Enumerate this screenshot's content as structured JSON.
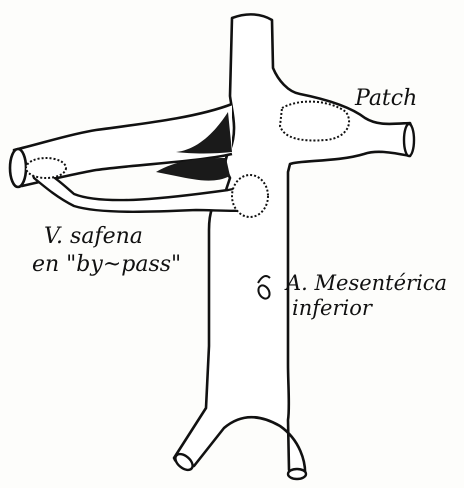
{
  "labels": {
    "patch": "Patch",
    "safena_line1": "V. safena",
    "safena_line2": "en \"by~pass\"",
    "mesenterica_line1": "A. Mesentérica",
    "mesenterica_line2": "inferior"
  },
  "colors": {
    "ink": "#111111",
    "paper": "#fdfdfb"
  }
}
